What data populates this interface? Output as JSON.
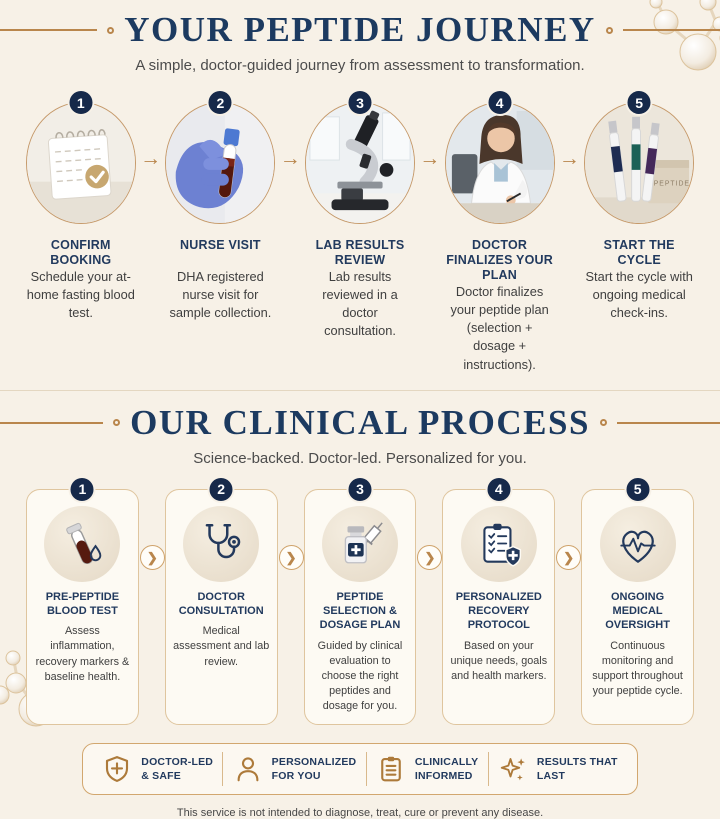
{
  "journey": {
    "title": "YOUR PEPTIDE JOURNEY",
    "subtitle": "A simple, doctor-guided journey from assessment to transformation.",
    "steps": [
      {
        "number": "1",
        "title": "CONFIRM BOOKING",
        "description": "Schedule your at-home fasting blood test.",
        "image": "calendar-booking-photo"
      },
      {
        "number": "2",
        "title": "NURSE VISIT",
        "description": "DHA registered nurse visit for sample collection.",
        "image": "blood-sample-photo"
      },
      {
        "number": "3",
        "title": "LAB RESULTS REVIEW",
        "description": "Lab results reviewed in a doctor consultation.",
        "image": "microscope-lab-photo"
      },
      {
        "number": "4",
        "title": "DOCTOR FINALIZES YOUR PLAN",
        "description": "Doctor finalizes your peptide plan (selection + dosage + instructions).",
        "image": "doctor-writing-photo"
      },
      {
        "number": "5",
        "title": "START THE CYCLE",
        "description": "Start the cycle with ongoing medical check-ins.",
        "image": "peptide-pens-photo"
      }
    ]
  },
  "process": {
    "title": "OUR CLINICAL PROCESS",
    "subtitle": "Science-backed. Doctor-led. Personalized for you.",
    "cards": [
      {
        "number": "1",
        "title": "PRE-PEPTIDE BLOOD TEST",
        "description": "Assess inflammation, recovery markers & baseline health.",
        "icon": "blood-vial-icon"
      },
      {
        "number": "2",
        "title": "DOCTOR CONSULTATION",
        "description": "Medical assessment and lab review.",
        "icon": "stethoscope-icon"
      },
      {
        "number": "3",
        "title": "PEPTIDE SELECTION & DOSAGE PLAN",
        "description": "Guided by clinical evaluation to choose the right peptides and dosage for you.",
        "icon": "vial-syringe-icon"
      },
      {
        "number": "4",
        "title": "PERSONALIZED RECOVERY PROTOCOL",
        "description": "Based on your unique needs, goals and health markers.",
        "icon": "checklist-shield-icon"
      },
      {
        "number": "5",
        "title": "ONGOING MEDICAL OVERSIGHT",
        "description": "Continuous monitoring and support throughout your peptide cycle.",
        "icon": "heart-pulse-icon"
      }
    ]
  },
  "footer": {
    "badges": [
      {
        "icon": "shield-cross-icon",
        "label_line1": "DOCTOR-LED",
        "label_line2": "& SAFE"
      },
      {
        "icon": "person-icon",
        "label_line1": "PERSONALIZED",
        "label_line2": "FOR YOU"
      },
      {
        "icon": "clipboard-icon",
        "label_line1": "CLINICALLY",
        "label_line2": "INFORMED"
      },
      {
        "icon": "sparkle-icon",
        "label_line1": "RESULTS THAT",
        "label_line2": "LAST"
      }
    ],
    "disclaimer": "This service is not intended to diagnose, treat, cure or prevent any disease."
  },
  "icons": {
    "arrow_right": "→",
    "chevron_right": "❯"
  },
  "colors": {
    "background": "#f7f1e7",
    "navy": "#16294a",
    "title_navy": "#1c3a60",
    "gold": "#b9864c",
    "ring_gold": "#c69a6b",
    "card_border": "#dfc59e",
    "card_background": "#fdfaf3"
  }
}
